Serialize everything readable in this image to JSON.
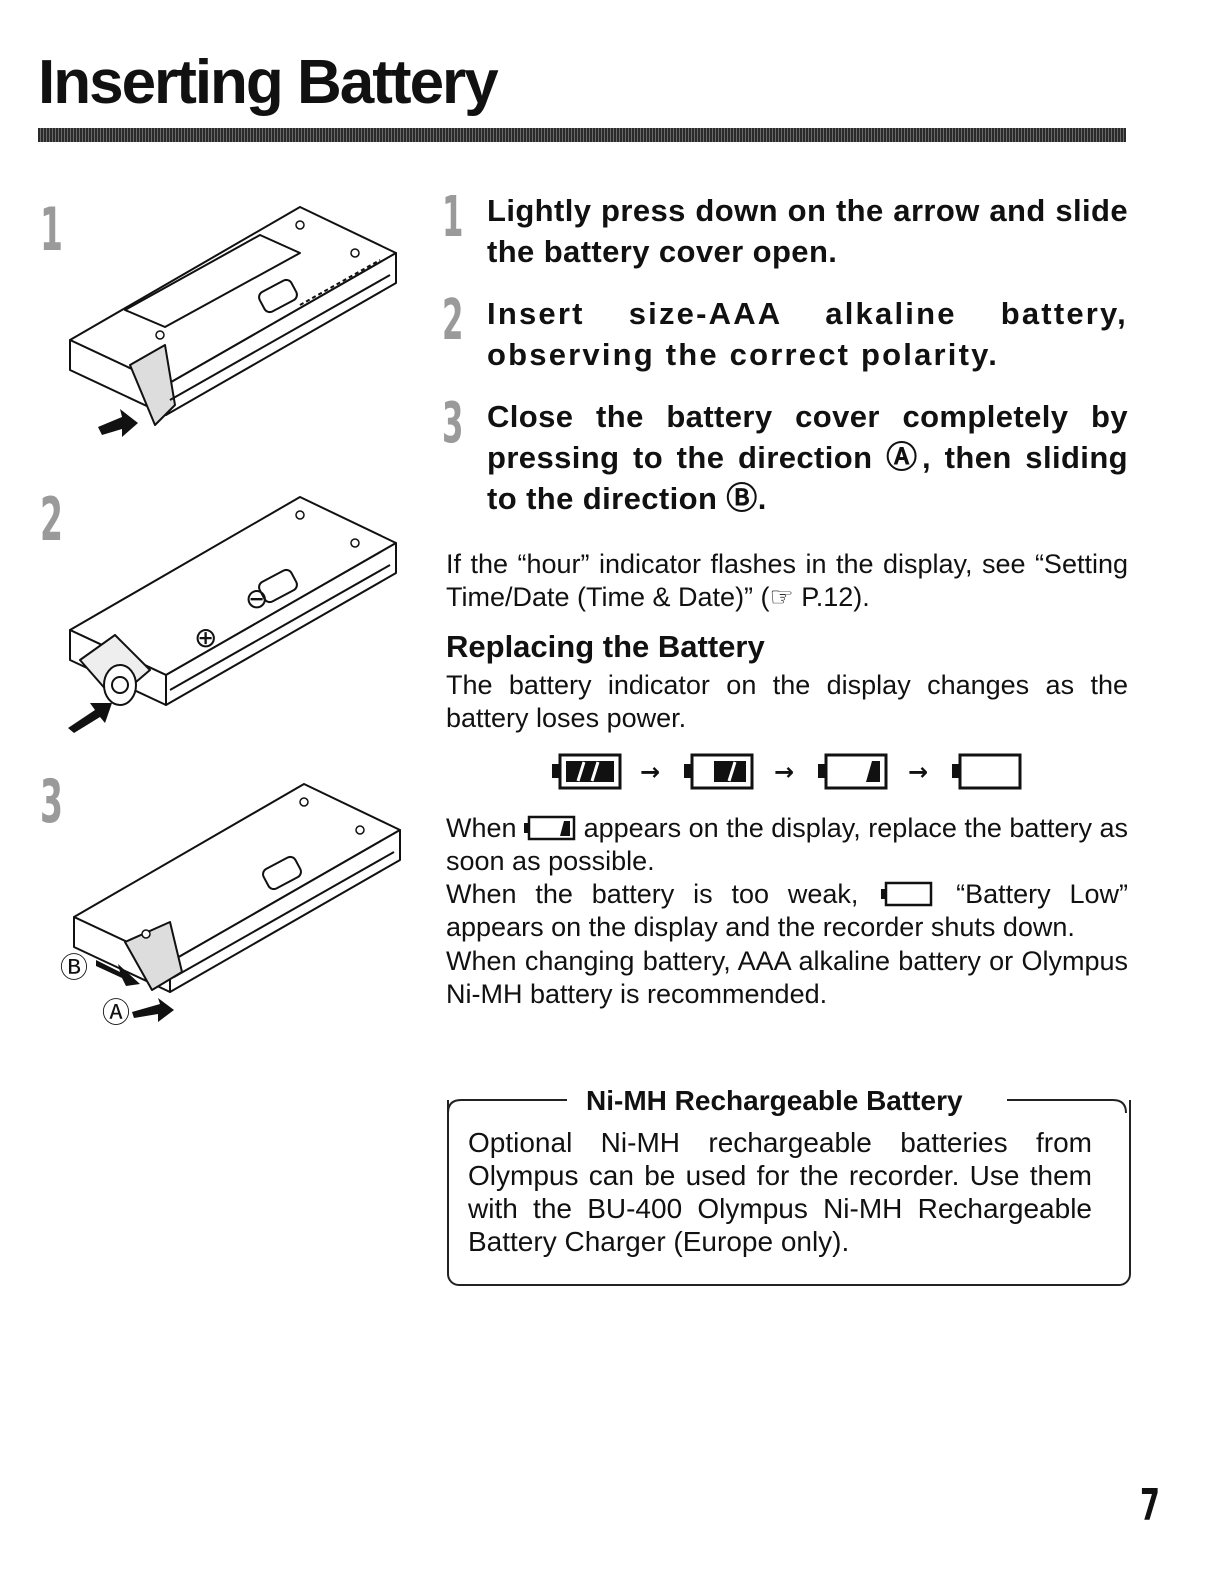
{
  "page": {
    "title": "Inserting Battery",
    "page_number": "7"
  },
  "figures": [
    {
      "label": "1",
      "icon": "recorder-open-cover-illustration"
    },
    {
      "label": "2",
      "icon": "recorder-insert-battery-illustration",
      "plus_mark": "⊕",
      "minus_mark": "⊖"
    },
    {
      "label": "3",
      "icon": "recorder-close-cover-illustration",
      "mark_a": "Ⓐ",
      "mark_b": "Ⓑ"
    }
  ],
  "steps": [
    {
      "number": "1",
      "text": "Lightly press down on the arrow and slide the battery cover open."
    },
    {
      "number": "2",
      "text": "Insert size-AAA alkaline battery, observing the correct polarity."
    },
    {
      "number": "3",
      "text_line1": "Close the battery cover completely by",
      "text_line2": "pressing to the direction Ⓐ, then sliding",
      "text_line3": "to the direction Ⓑ."
    }
  ],
  "hour_note": "If the “hour” indicator flashes in the display, see “Setting Time/Date (Time & Date)” (☞ P.12).",
  "replacing": {
    "heading": "Replacing the Battery",
    "intro": "The battery indicator on the display changes as the battery loses power.",
    "indicator_sequence": [
      {
        "icon": "battery-full-icon",
        "level": 3
      },
      {
        "icon": "battery-two-thirds-icon",
        "level": 2
      },
      {
        "icon": "battery-one-third-icon",
        "level": 1
      },
      {
        "icon": "battery-empty-icon",
        "level": 0
      }
    ],
    "arrow_glyph": "→",
    "when_low_prefix": "When",
    "when_low_suffix": "appears on the display, replace the battery as soon as possible.",
    "too_weak_prefix": "When the battery is too weak,",
    "too_weak_suffix": "“Battery Low” appears on the display and the recorder shuts down.",
    "recommend": "When changing battery, AAA alkaline battery or Olympus Ni-MH battery is recommended."
  },
  "nimh_box": {
    "title": "Ni-MH Rechargeable Battery",
    "body": "Optional Ni-MH rechargeable batteries from Olympus can be used for the recorder. Use them with the BU-400 Olympus Ni-MH Rechargeable Battery Charger (Europe only)."
  }
}
